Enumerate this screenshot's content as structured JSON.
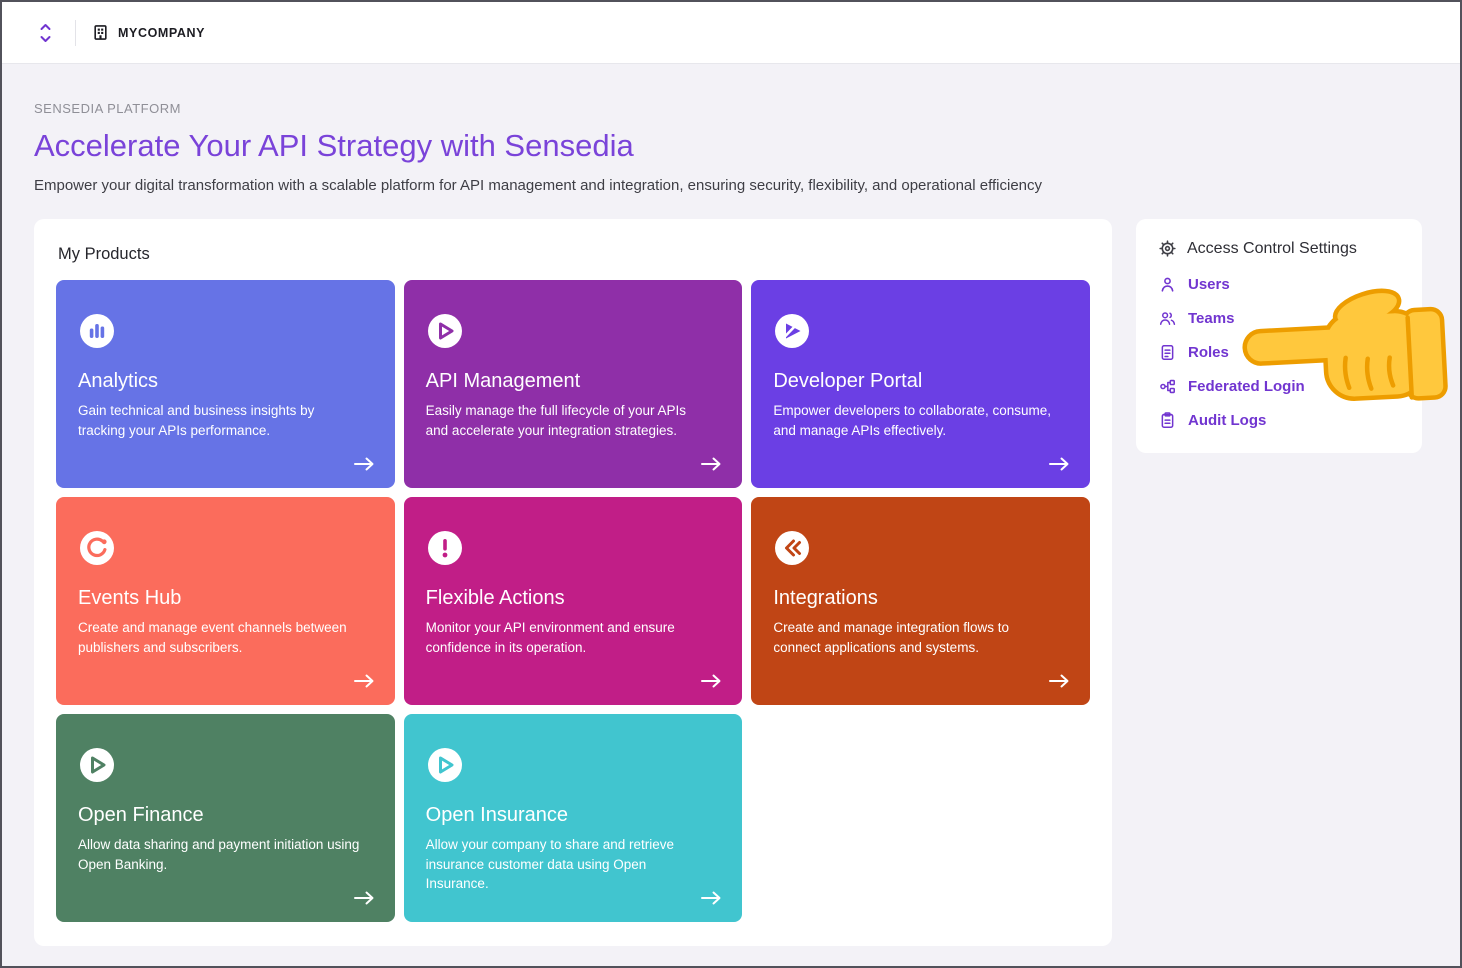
{
  "header": {
    "company_name": "MYCOMPANY"
  },
  "hero": {
    "eyebrow": "SENSEDIA PLATFORM",
    "title": "Accelerate Your API Strategy with Sensedia",
    "title_color": "#7A43D9",
    "subtitle": "Empower your digital transformation with a scalable platform for API management and integration, ensuring security, flexibility, and operational efficiency"
  },
  "products": {
    "section_title": "My Products",
    "cards": [
      {
        "title": "Analytics",
        "description": "Gain technical and business insights by tracking your APIs performance.",
        "color": "#6673E6",
        "icon": "analytics-icon"
      },
      {
        "title": "API Management",
        "description": "Easily manage the full lifecycle of your APIs and accelerate your integration strategies.",
        "color": "#8F2FA8",
        "icon": "api-management-icon"
      },
      {
        "title": "Developer Portal",
        "description": "Empower developers to collaborate, consume, and manage APIs effectively.",
        "color": "#6B3FE4",
        "icon": "developer-portal-icon"
      },
      {
        "title": "Events Hub",
        "description": "Create and manage event channels between publishers and subscribers.",
        "color": "#FB6C5C",
        "icon": "events-hub-icon"
      },
      {
        "title": "Flexible Actions",
        "description": "Monitor your API environment and ensure confidence in its operation.",
        "color": "#C11E87",
        "icon": "flexible-actions-icon"
      },
      {
        "title": "Integrations",
        "description": "Create and manage integration flows to connect applications and systems.",
        "color": "#C04515",
        "icon": "integrations-icon"
      },
      {
        "title": "Open Finance",
        "description": "Allow data sharing and payment initiation using Open Banking.",
        "color": "#4F8163",
        "icon": "open-finance-icon"
      },
      {
        "title": "Open Insurance",
        "description": "Allow your company to share and retrieve insurance customer data using Open Insurance.",
        "color": "#41C5CF",
        "icon": "open-insurance-icon"
      }
    ]
  },
  "access_panel": {
    "title": "Access Control Settings",
    "link_color": "#7135D0",
    "links": [
      {
        "label": "Users",
        "icon": "user-icon"
      },
      {
        "label": "Teams",
        "icon": "team-icon"
      },
      {
        "label": "Roles",
        "icon": "roles-document-icon"
      },
      {
        "label": "Federated Login",
        "icon": "federated-login-icon"
      },
      {
        "label": "Audit Logs",
        "icon": "audit-logs-icon"
      }
    ]
  },
  "annotation": {
    "pointer_fill": "#FFC83D",
    "pointer_outline": "#ED9D00"
  }
}
